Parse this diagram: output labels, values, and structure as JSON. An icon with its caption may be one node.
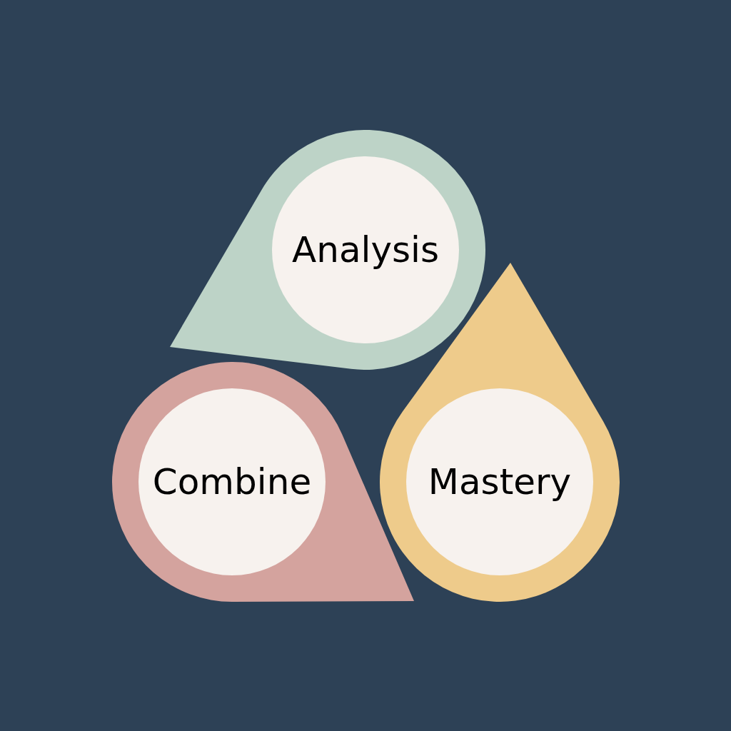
{
  "diagram": {
    "nodes": [
      {
        "text": [
          "Analysis"
        ]
      },
      {
        "text": [
          "Combine"
        ]
      },
      {
        "text": [
          "Mastery"
        ]
      }
    ],
    "edges": []
  }
}
